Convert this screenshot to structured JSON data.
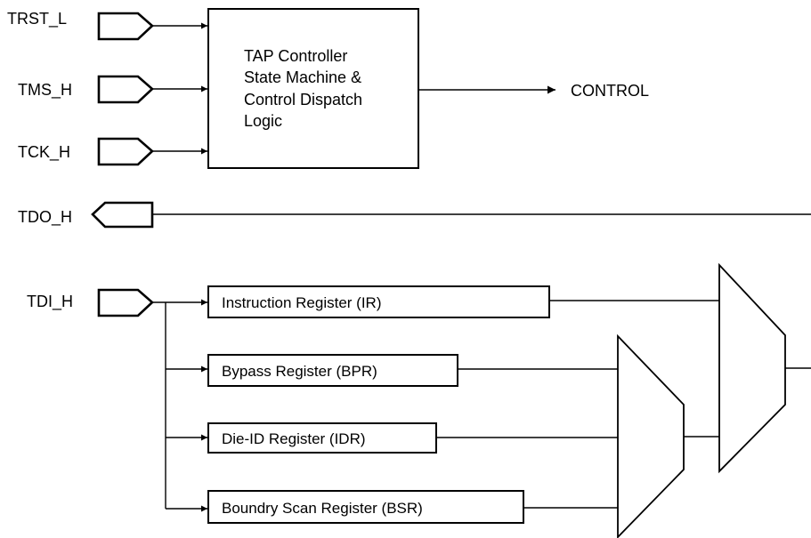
{
  "signals": {
    "trst": "TRST_L",
    "tms": "TMS_H",
    "tck": "TCK_H",
    "tdo": "TDO_H",
    "tdi": "TDI_H"
  },
  "controller": {
    "line1": "TAP Controller",
    "line2": "State Machine &",
    "line3": "Control Dispatch",
    "line4": "Logic"
  },
  "control_output": "CONTROL",
  "registers": {
    "ir": "Instruction Register (IR)",
    "bpr": "Bypass Register (BPR)",
    "idr": "Die-ID Register (IDR)",
    "bsr": "Boundry Scan Register (BSR)"
  }
}
